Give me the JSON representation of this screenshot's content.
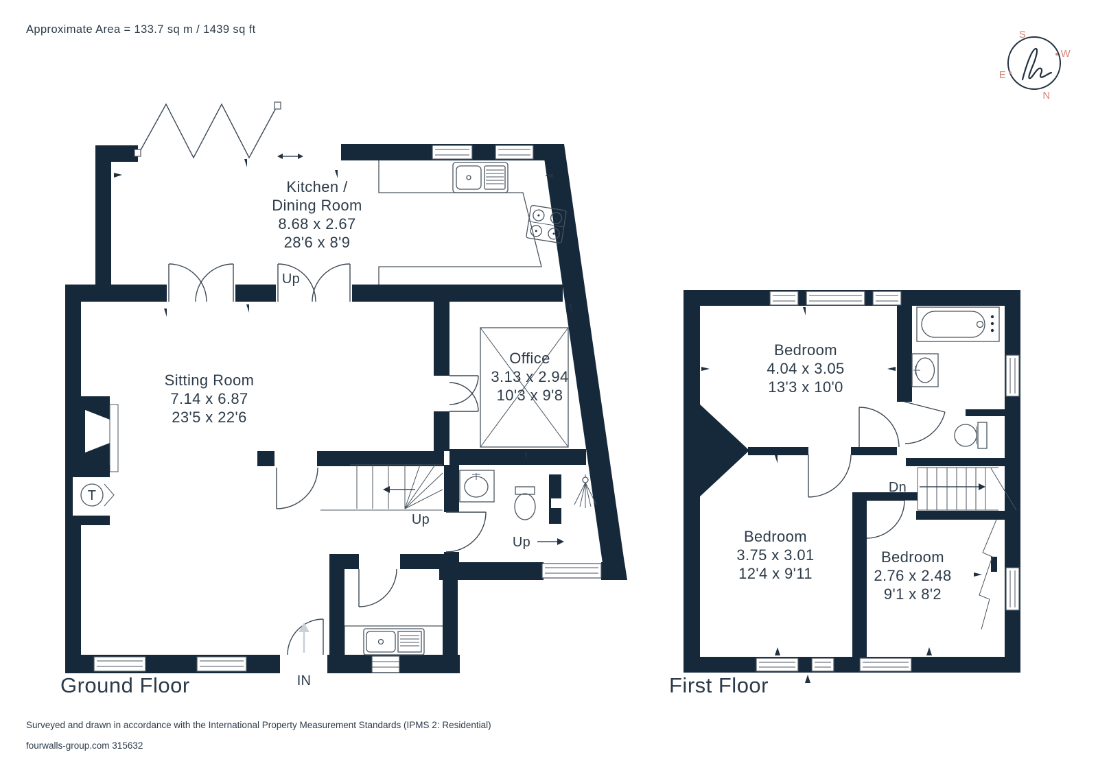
{
  "header": {
    "area_text": "Approximate Area = 133.7 sq m / 1439 sq ft"
  },
  "compass": {
    "south": "S",
    "west": "W",
    "east": "E",
    "north": "N"
  },
  "ground_floor": {
    "title": "Ground Floor",
    "rooms": {
      "kitchen": {
        "name_line1": "Kitchen /",
        "name_line2": "Dining Room",
        "metric": "8.68 x 2.67",
        "imperial": "28'6 x 8'9"
      },
      "sitting": {
        "name": "Sitting Room",
        "metric": "7.14 x 6.87",
        "imperial": "23'5 x 22'6"
      },
      "office": {
        "name": "Office",
        "metric": "3.13 x 2.94",
        "imperial": "10'3 x 9'8"
      }
    },
    "labels": {
      "up_doors": "Up",
      "up_stairs": "Up",
      "up_hall": "Up",
      "entrance": "IN",
      "tank": "T"
    }
  },
  "first_floor": {
    "title": "First Floor",
    "rooms": {
      "bedroom1": {
        "name": "Bedroom",
        "metric": "4.04 x 3.05",
        "imperial": "13'3 x 10'0"
      },
      "bedroom2": {
        "name": "Bedroom",
        "metric": "3.75 x 3.01",
        "imperial": "12'4 x 9'11"
      },
      "bedroom3": {
        "name": "Bedroom",
        "metric": "2.76 x 2.48",
        "imperial": "9'1 x 8'2"
      }
    },
    "labels": {
      "down_stairs": "Dn"
    }
  },
  "footer": {
    "line1": "Surveyed and drawn in accordance with the International Property Measurement Standards (IPMS 2: Residential)",
    "line2": "fourwalls-group.com 315632"
  },
  "colors": {
    "wall": "#16293b",
    "accent": "#d9837a",
    "text": "#2c3b49"
  }
}
